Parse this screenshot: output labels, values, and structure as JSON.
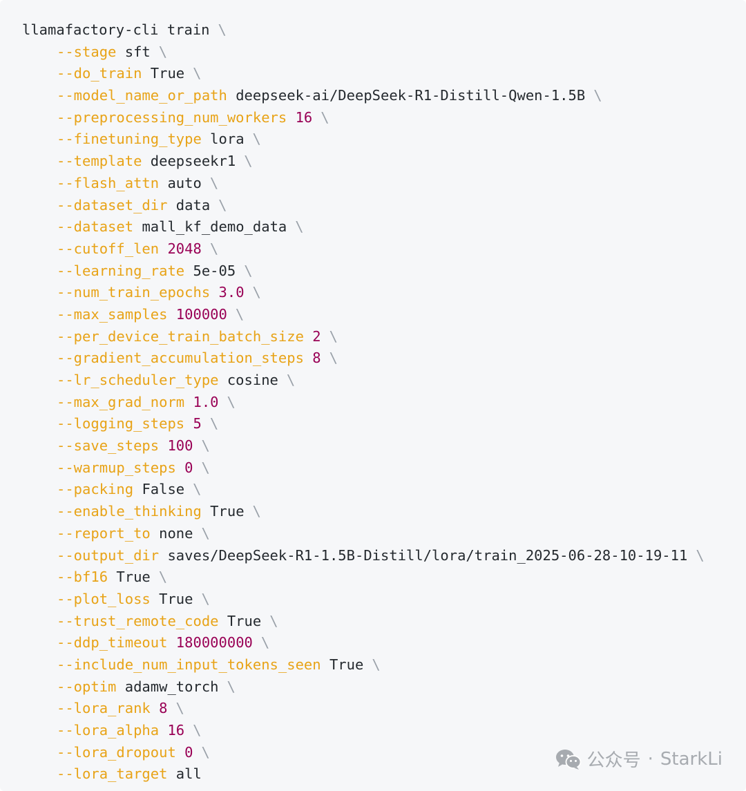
{
  "code": {
    "command": "llamafactory-cli train",
    "continuation": "\\",
    "args": [
      {
        "flag": "--stage",
        "value": "sft",
        "kind": "text"
      },
      {
        "flag": "--do_train",
        "value": "True",
        "kind": "text"
      },
      {
        "flag": "--model_name_or_path",
        "value": "deepseek-ai/DeepSeek-R1-Distill-Qwen-1.5B",
        "kind": "text"
      },
      {
        "flag": "--preprocessing_num_workers",
        "value": "16",
        "kind": "num"
      },
      {
        "flag": "--finetuning_type",
        "value": "lora",
        "kind": "text"
      },
      {
        "flag": "--template",
        "value": "deepseekr1",
        "kind": "text"
      },
      {
        "flag": "--flash_attn",
        "value": "auto",
        "kind": "text"
      },
      {
        "flag": "--dataset_dir",
        "value": "data",
        "kind": "text"
      },
      {
        "flag": "--dataset",
        "value": "mall_kf_demo_data",
        "kind": "text"
      },
      {
        "flag": "--cutoff_len",
        "value": "2048",
        "kind": "num"
      },
      {
        "flag": "--learning_rate",
        "value": "5e-05",
        "kind": "text"
      },
      {
        "flag": "--num_train_epochs",
        "value": "3.0",
        "kind": "num"
      },
      {
        "flag": "--max_samples",
        "value": "100000",
        "kind": "num"
      },
      {
        "flag": "--per_device_train_batch_size",
        "value": "2",
        "kind": "num"
      },
      {
        "flag": "--gradient_accumulation_steps",
        "value": "8",
        "kind": "num"
      },
      {
        "flag": "--lr_scheduler_type",
        "value": "cosine",
        "kind": "text"
      },
      {
        "flag": "--max_grad_norm",
        "value": "1.0",
        "kind": "num"
      },
      {
        "flag": "--logging_steps",
        "value": "5",
        "kind": "num"
      },
      {
        "flag": "--save_steps",
        "value": "100",
        "kind": "num"
      },
      {
        "flag": "--warmup_steps",
        "value": "0",
        "kind": "num"
      },
      {
        "flag": "--packing",
        "value": "False",
        "kind": "text"
      },
      {
        "flag": "--enable_thinking",
        "value": "True",
        "kind": "text"
      },
      {
        "flag": "--report_to",
        "value": "none",
        "kind": "text"
      },
      {
        "flag": "--output_dir",
        "value": "saves/DeepSeek-R1-1.5B-Distill/lora/train_2025-06-28-10-19-11",
        "kind": "text"
      },
      {
        "flag": "--bf16",
        "value": "True",
        "kind": "text"
      },
      {
        "flag": "--plot_loss",
        "value": "True",
        "kind": "text"
      },
      {
        "flag": "--trust_remote_code",
        "value": "True",
        "kind": "text"
      },
      {
        "flag": "--ddp_timeout",
        "value": "180000000",
        "kind": "num"
      },
      {
        "flag": "--include_num_input_tokens_seen",
        "value": "True",
        "kind": "text"
      },
      {
        "flag": "--optim",
        "value": "adamw_torch",
        "kind": "text"
      },
      {
        "flag": "--lora_rank",
        "value": "8",
        "kind": "num"
      },
      {
        "flag": "--lora_alpha",
        "value": "16",
        "kind": "num"
      },
      {
        "flag": "--lora_dropout",
        "value": "0",
        "kind": "num"
      },
      {
        "flag": "--lora_target",
        "value": "all",
        "kind": "text"
      }
    ]
  },
  "colors": {
    "flag": "#e8a317",
    "number": "#990055",
    "text": "#24292e",
    "backslash": "#9aa1a9",
    "background": "#f6f7f9"
  },
  "watermark": {
    "icon": "wechat-icon",
    "label": "公众号",
    "separator": "·",
    "author": "StarkLi"
  }
}
